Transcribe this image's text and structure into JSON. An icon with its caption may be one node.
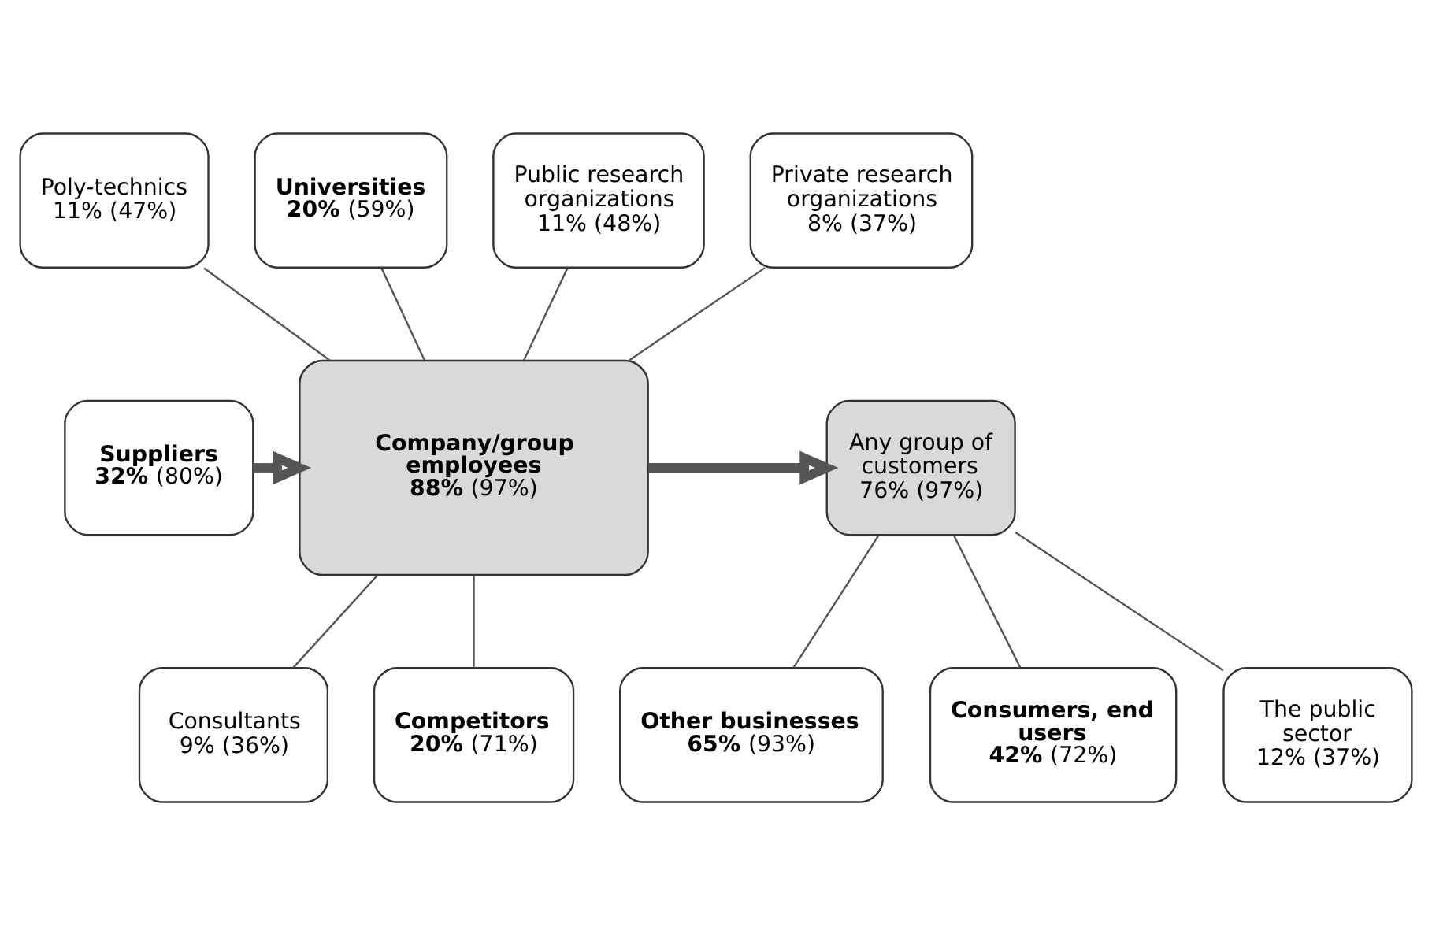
{
  "diagram": {
    "nodes": [
      {
        "text": [
          "Poly-technics",
          "11% (47%)"
        ]
      },
      {
        "text": [
          "**Universities**",
          "**20%** (59%)"
        ]
      },
      {
        "text": [
          "Public research organizations",
          "11% (48%)"
        ]
      },
      {
        "text": [
          "Private research organizations",
          "8% (37%)"
        ]
      },
      {
        "text": [
          "**Suppliers**",
          "**32%** (80%)"
        ]
      },
      {
        "text": [
          "**Company/group employees**",
          "**88%** (97%)"
        ]
      },
      {
        "text": [
          "Any group of customers",
          "76% (97%)"
        ]
      },
      {
        "text": [
          "**Other businesses**",
          "**65%** (93%)"
        ]
      },
      {
        "text": [
          "**Consumers, end users**",
          "**42%** (72%)"
        ]
      },
      {
        "text": [
          "The public sector",
          "12% (37%)"
        ]
      },
      {
        "text": [
          "Consultants",
          "9% (36%)"
        ]
      },
      {
        "text": [
          "**Competitors**",
          "**20%** (71%)"
        ]
      }
    ],
    "edges": [
      {
        "from": 0,
        "to": 5,
        "arrow": "none"
      },
      {
        "from": 1,
        "to": 5,
        "arrow": "none"
      },
      {
        "from": 2,
        "to": 5,
        "arrow": "none"
      },
      {
        "from": 3,
        "to": 5,
        "arrow": "none"
      },
      {
        "from": 4,
        "to": 5,
        "arrow": "to",
        "style": "thick"
      },
      {
        "from": 5,
        "to": 6,
        "arrow": "to",
        "style": "thick"
      },
      {
        "from": 6,
        "to": 7,
        "arrow": "none"
      },
      {
        "from": 6,
        "to": 8,
        "arrow": "none"
      },
      {
        "from": 6,
        "to": 9,
        "arrow": "none"
      },
      {
        "from": 5,
        "to": 10,
        "arrow": "none"
      },
      {
        "from": 5,
        "to": 11,
        "arrow": "none"
      }
    ]
  }
}
